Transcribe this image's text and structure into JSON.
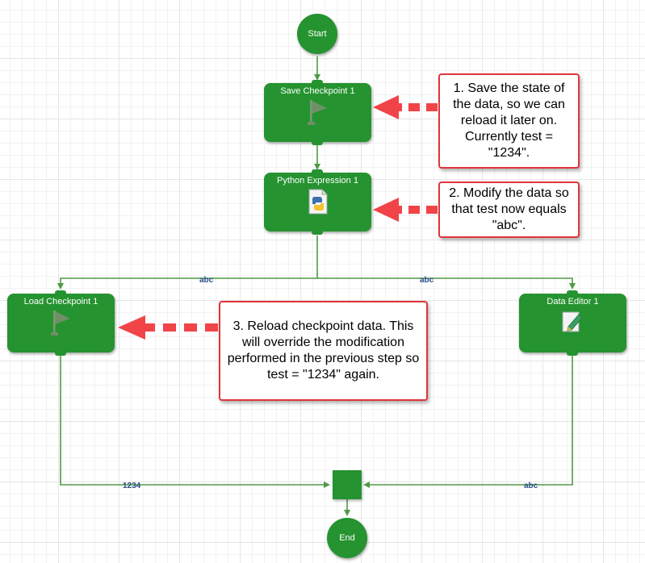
{
  "nodes": {
    "start": {
      "label": "Start"
    },
    "save_checkpoint": {
      "label": "Save Checkpoint 1",
      "icon": "flag-icon"
    },
    "python_expression": {
      "label": "Python Expression 1",
      "icon": "python-script-icon"
    },
    "load_checkpoint": {
      "label": "Load Checkpoint 1",
      "icon": "flag-icon"
    },
    "data_editor": {
      "label": "Data Editor 1",
      "icon": "pencil-edit-icon"
    },
    "end": {
      "label": "End"
    }
  },
  "edge_labels": {
    "to_load": "abc",
    "to_editor": "abc",
    "from_load": "1234",
    "from_editor": "abc"
  },
  "callouts": {
    "step1": "1. Save the state of the data, so we can reload it later on. Currently test = \"1234\".",
    "step2": "2. Modify the data so that test now equals \"abc\".",
    "step3": "3. Reload checkpoint data. This will override the modification performed in the previous step so test = \"1234\" again."
  },
  "colors": {
    "node_green": "#25932f",
    "edge_green": "#4f9a45",
    "callout_red": "#e0353b",
    "arrow_red": "#f04448",
    "label_blue": "#2b4f8a"
  }
}
